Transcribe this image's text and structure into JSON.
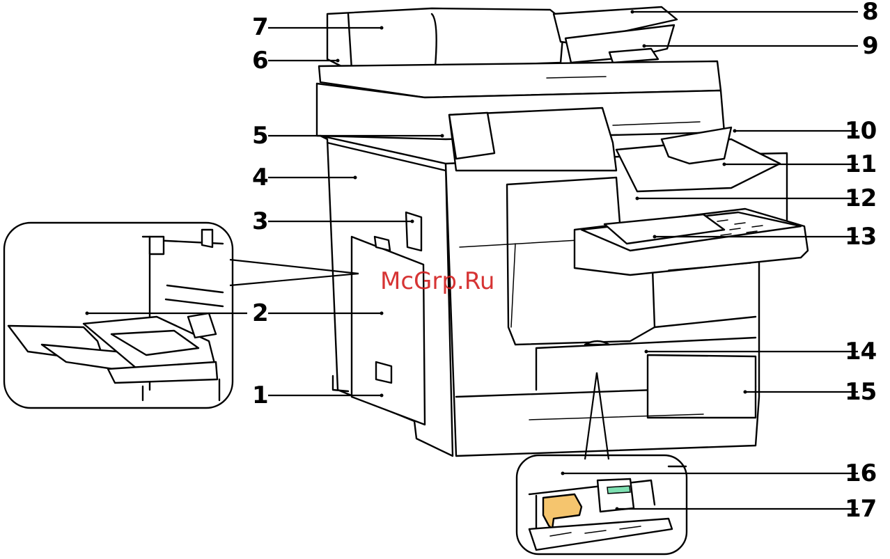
{
  "callouts": {
    "c1": "1",
    "c2": "2",
    "c3": "3",
    "c4": "4",
    "c5": "5",
    "c6": "6",
    "c7": "7",
    "c8": "8",
    "c9": "9",
    "c10": "10",
    "c11": "11",
    "c12": "12",
    "c13": "13",
    "c14": "14",
    "c15": "15",
    "c16": "16",
    "c17": "17"
  },
  "watermark": "McGrp.Ru",
  "colors": {
    "toner_cap": "#f5c56e",
    "toner_band": "#7ee0b2",
    "watermark": "#d21f1f"
  }
}
